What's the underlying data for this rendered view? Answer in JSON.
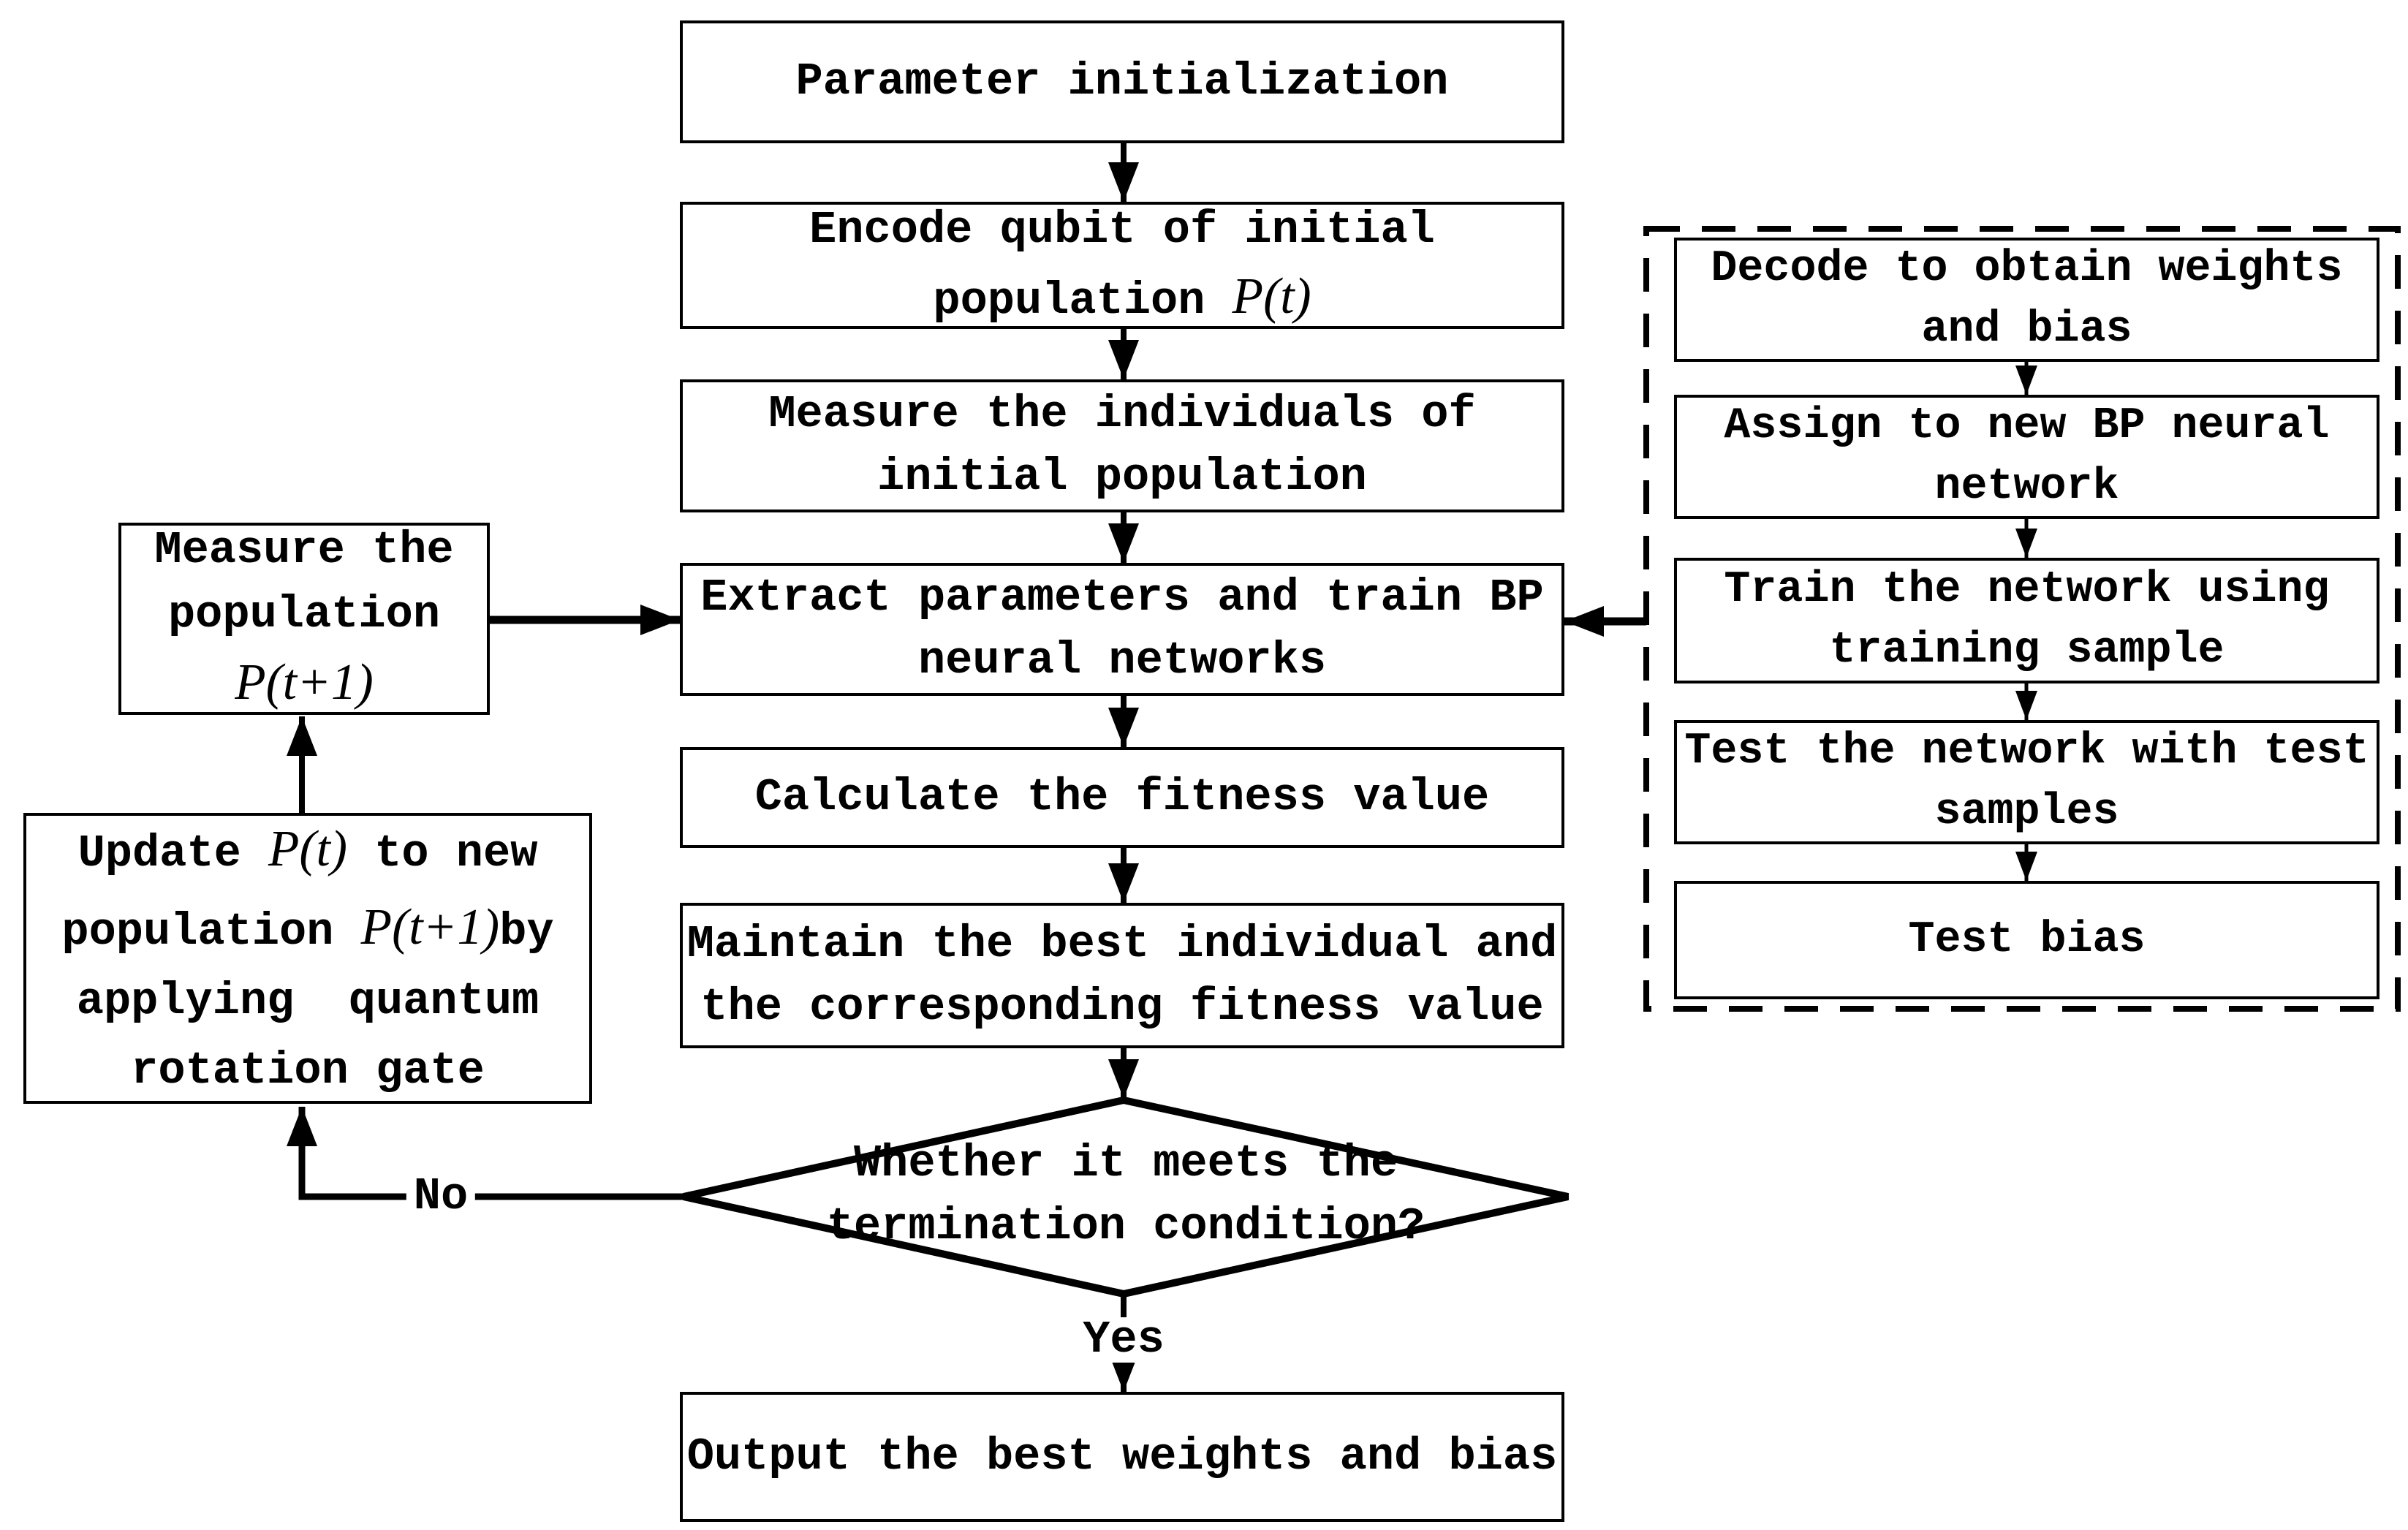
{
  "diagram": {
    "type": "flowchart",
    "colors": {
      "stroke": "#000000",
      "background": "#ffffff",
      "box_fill": "#ffffff"
    }
  },
  "nodes": {
    "parameter_init": {
      "label": "Parameter initialization"
    },
    "encode": {
      "line1": "Encode qubit of initial",
      "line2_text": "population ",
      "line2_math": "P(t)"
    },
    "measure_individuals": {
      "line1": "Measure the individuals of",
      "line2": "initial population"
    },
    "extract": {
      "line1": "Extract parameters and train BP",
      "line2": "neural networks"
    },
    "calculate": {
      "label": "Calculate the fitness value"
    },
    "maintain": {
      "line1": "Maintain the best individual and",
      "line2": "the corresponding fitness value"
    },
    "decision": {
      "line1": "Whether it meets the",
      "line2": "termination condition?"
    },
    "output": {
      "label": "Output the best weights and bias"
    },
    "measure_population": {
      "line1": "Measure the",
      "line2": "population",
      "line3_math": "P(t+1)"
    },
    "update_population": {
      "l1_pre": "Update ",
      "l1_math": "P(t)",
      "l1_post": " to new",
      "l2_pre": "population ",
      "l2_math": "P(t+1)",
      "l2_post": "by",
      "l3": "applying  quantum",
      "l4": "rotation gate"
    },
    "decode": {
      "line1": "Decode to obtain weights",
      "line2": "and bias"
    },
    "assign": {
      "line1": "Assign to new BP neural",
      "line2": "network"
    },
    "train": {
      "line1": "Train the network using",
      "line2": "training sample"
    },
    "test_network": {
      "line1": "Test the network with test",
      "line2": "samples"
    },
    "test_bias": {
      "label": "Test bias"
    }
  },
  "edge_labels": {
    "yes": "Yes",
    "no": "No"
  }
}
